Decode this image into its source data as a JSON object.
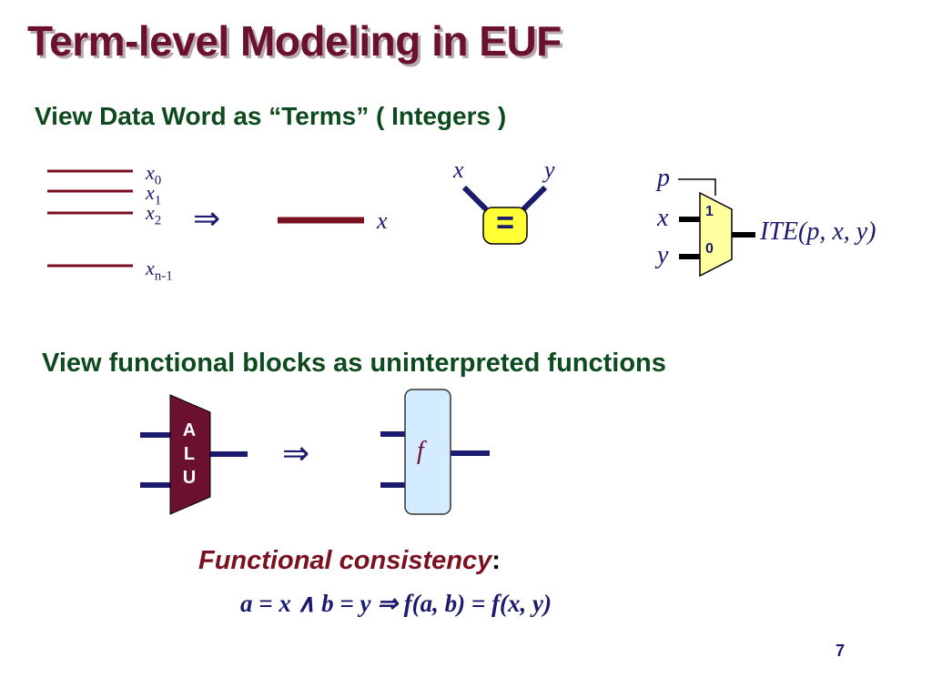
{
  "title": "Term-level Modeling in EUF",
  "section1": "View Data Word as  “Terms” ( Integers )",
  "section2": "View functional blocks as uninterpreted functions",
  "bits": {
    "x0": "x",
    "s0": "0",
    "x1": "x",
    "s1": "1",
    "x2": "x",
    "s2": "2",
    "xn": "x",
    "sn": "n-1"
  },
  "implies": "⇒",
  "term_label": "x",
  "eq": {
    "x": "x",
    "y": "y",
    "symbol": "="
  },
  "mux": {
    "p": "p",
    "x": "x",
    "y": "y",
    "in1": "1",
    "in0": "0",
    "output": "ITE(p, x, y)"
  },
  "alu": {
    "a": "A",
    "l": "L",
    "u": "U"
  },
  "func": "f",
  "consistency": {
    "label": "Functional consistency",
    "colon": ":",
    "formula": "a = x ∧ b = y ⇒  f(a, b) = f(x, y)"
  },
  "page_number": "7",
  "colors": {
    "title": "#6b1030",
    "subtitle": "#0d4a1d",
    "wire_bits": "#7a1020",
    "wire_blocks": "#1a1a6e",
    "alu_fill": "#6b1030",
    "mux_fill": "#ffffa0",
    "eq_fill": "#ffff33",
    "func_fill": "#d4ecff"
  }
}
